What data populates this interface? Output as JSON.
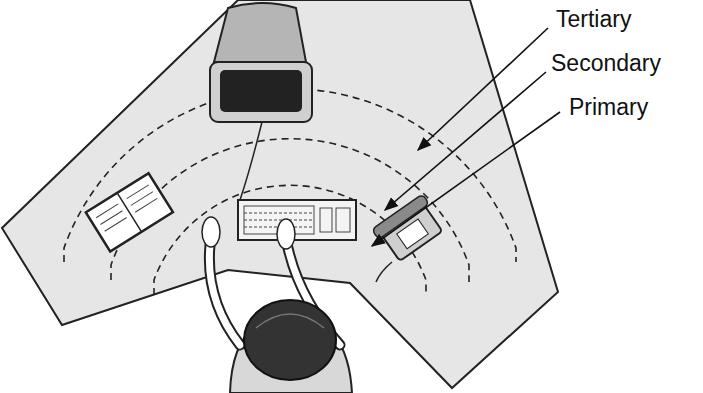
{
  "diagram": {
    "labels": [
      "Tertiary",
      "Secondary",
      "Primary"
    ]
  }
}
